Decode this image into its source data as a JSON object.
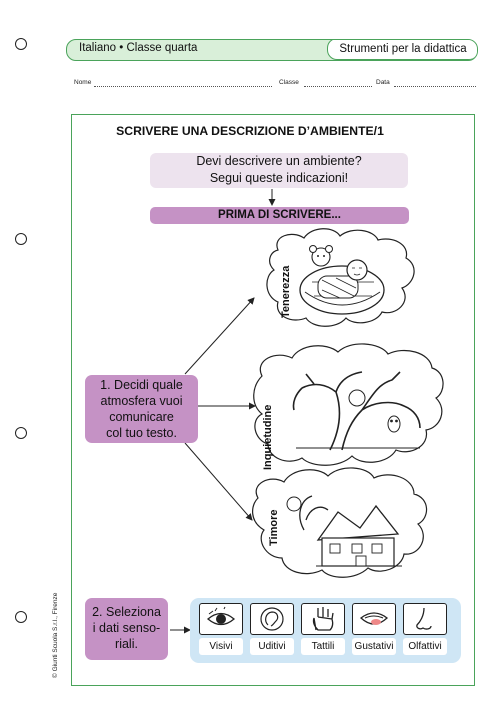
{
  "header": {
    "subject": "Italiano • Classe quarta",
    "section": "Strumenti per la didattica"
  },
  "fields": {
    "name": "Nome",
    "class": "Classe",
    "date": "Data"
  },
  "title": "SCRIVERE UNA DESCRIZIONE D’AMBIENTE/1",
  "intro": {
    "line1": "Devi descrivere un ambiente?",
    "line2": "Segui queste indicazioni!"
  },
  "before_writing": "PRIMA DI SCRIVERE...",
  "step1": {
    "lines": [
      "1. Decidi quale",
      "atmosfera vuoi",
      "comunicare",
      "col tuo testo."
    ]
  },
  "moods": [
    {
      "label": "Tenerezza",
      "image": "baby-in-cradle-illustration"
    },
    {
      "label": "Inquietudine",
      "image": "dark-tree-owl-illustration"
    },
    {
      "label": "Timore",
      "image": "haunted-house-illustration"
    }
  ],
  "step2": {
    "lines": [
      "2. Seleziona",
      "i dati senso-",
      "riali."
    ]
  },
  "senses": [
    {
      "label": "Visivi",
      "icon": "eye-icon"
    },
    {
      "label": "Uditivi",
      "icon": "ear-icon"
    },
    {
      "label": "Tattili",
      "icon": "hand-icon"
    },
    {
      "label": "Gustativi",
      "icon": "mouth-icon"
    },
    {
      "label": "Olfattivi",
      "icon": "nose-icon"
    }
  ],
  "copyright": "© Giunti Scuola S.r.l., Firenze",
  "colors": {
    "green_border": "#4aa35a",
    "header_fill": "#d9efd9",
    "purple": "#c592c5",
    "light_purple": "#ede3ee",
    "light_blue": "#cfe6f5"
  }
}
